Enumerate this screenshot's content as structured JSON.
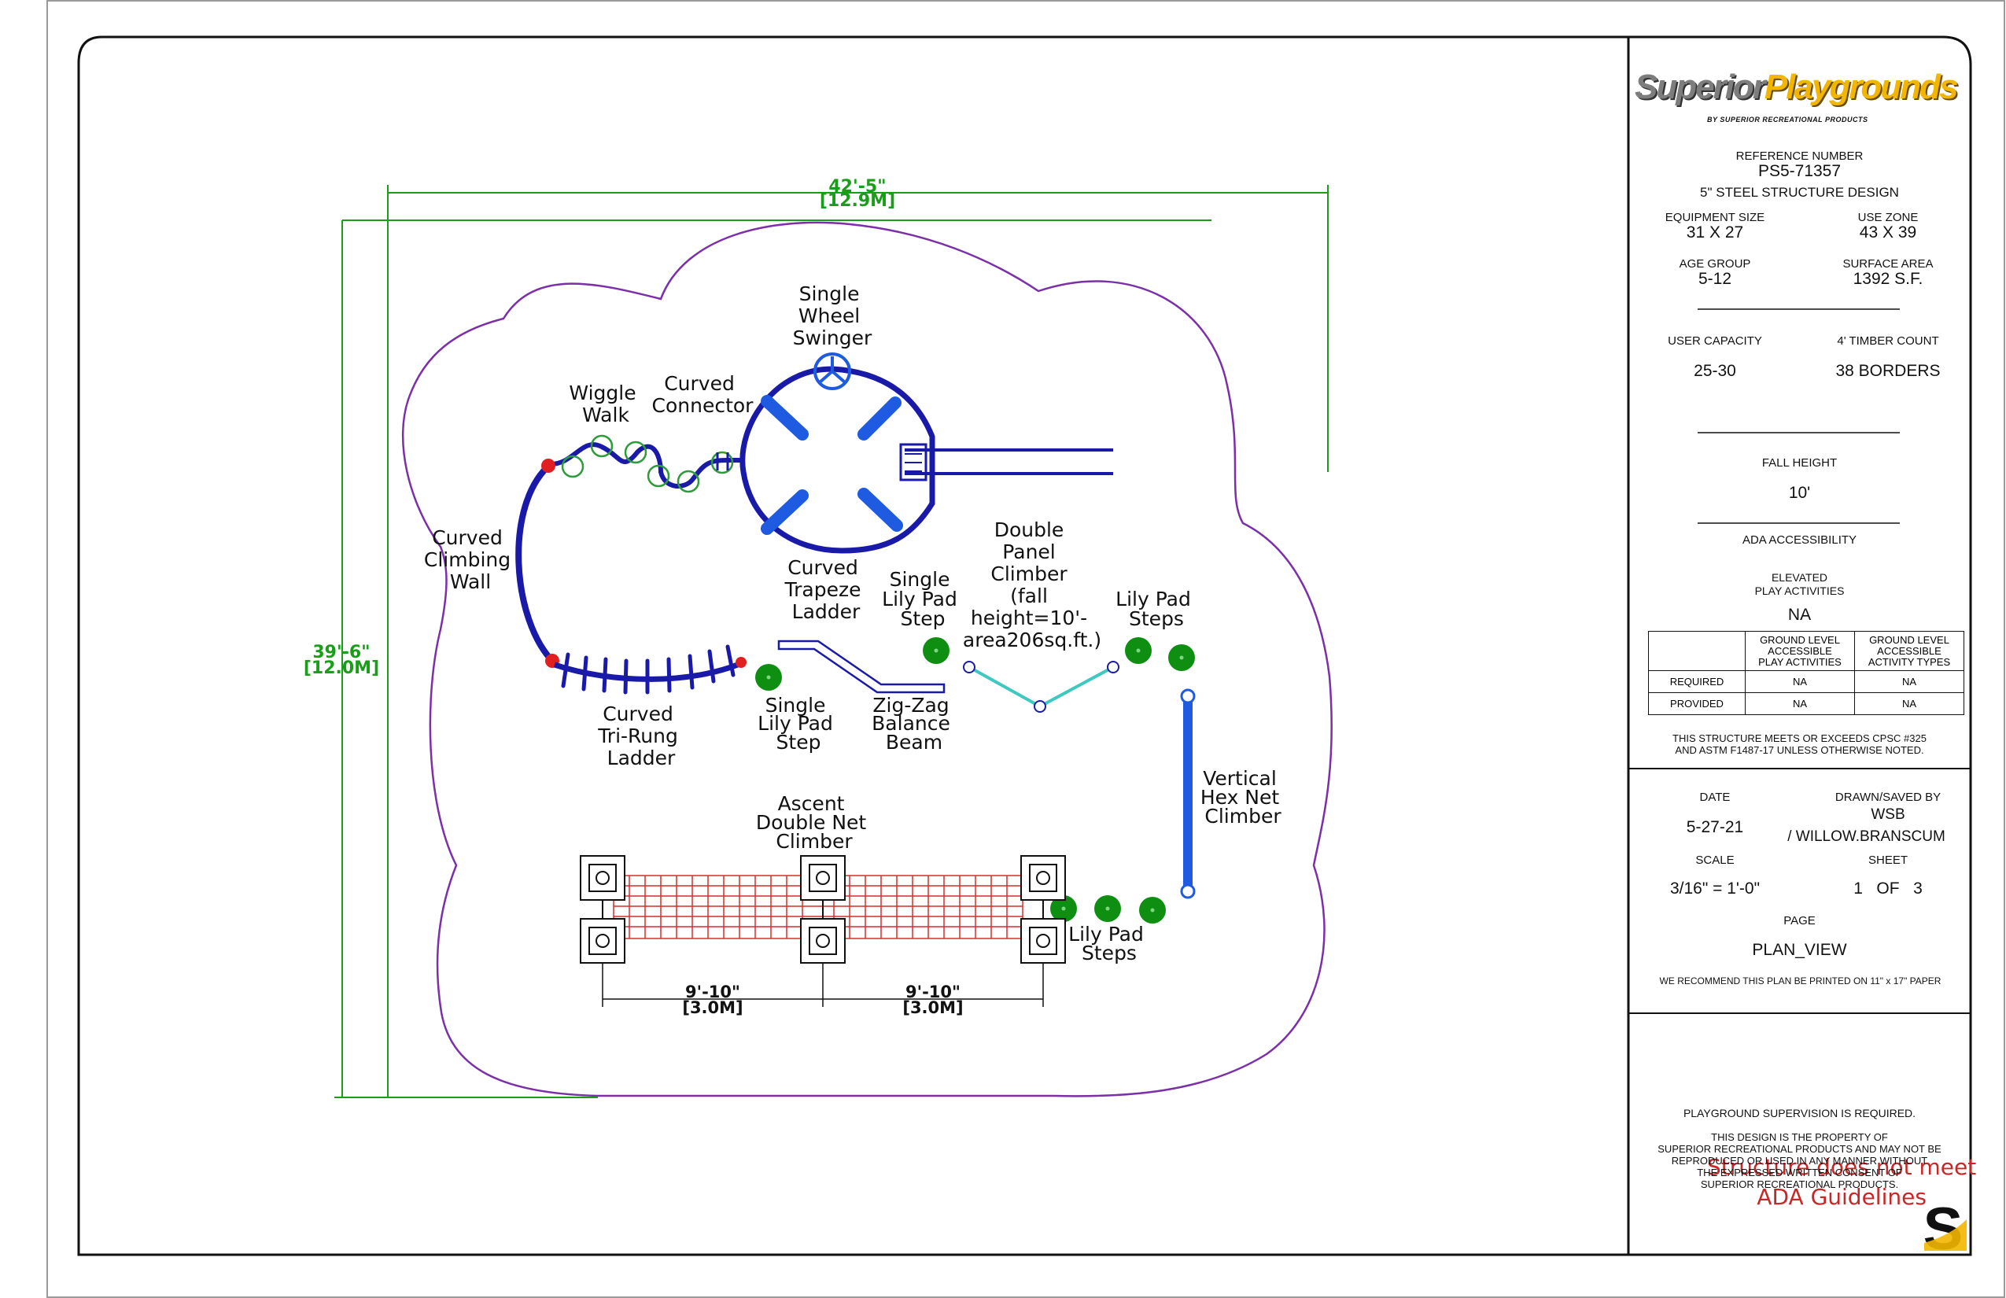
{
  "brand": {
    "name_part1": "Superior",
    "name_part2": "Playgrounds",
    "tagline": "BY SUPERIOR RECREATIONAL PRODUCTS"
  },
  "title_block": {
    "reference_label": "REFERENCE NUMBER",
    "reference_number": "PS5-71357",
    "design": "5\" STEEL STRUCTURE DESIGN",
    "equipment_size_label": "EQUIPMENT SIZE",
    "equipment_size": "31 X 27",
    "use_zone_label": "USE ZONE",
    "use_zone": "43 X 39",
    "age_group_label": "AGE GROUP",
    "age_group": "5-12",
    "surface_area_label": "SURFACE AREA",
    "surface_area": "1392 S.F.",
    "user_capacity_label": "USER CAPACITY",
    "user_capacity": "25-30",
    "timber_count_label": "4' TIMBER COUNT",
    "timber_count": "38 BORDERS",
    "fall_height_label": "FALL HEIGHT",
    "fall_height": "10'",
    "ada_label": "ADA ACCESSIBILITY",
    "elevated_label_1": "ELEVATED",
    "elevated_label_2": "PLAY ACTIVITIES",
    "elevated_value": "NA",
    "table": {
      "col1": [
        "GROUND LEVEL",
        "ACCESSIBLE",
        "PLAY ACTIVITIES"
      ],
      "col2": [
        "GROUND LEVEL",
        "ACCESSIBLE",
        "ACTIVITY TYPES"
      ],
      "rows": [
        {
          "label": "REQUIRED",
          "v1": "NA",
          "v2": "NA"
        },
        {
          "label": "PROVIDED",
          "v1": "NA",
          "v2": "NA"
        }
      ]
    },
    "cpsc_note_1": "THIS STRUCTURE MEETS OR EXCEEDS CPSC #325",
    "cpsc_note_2": "AND ASTM F1487-17 UNLESS OTHERWISE NOTED.",
    "date_label": "DATE",
    "date": "5-27-21",
    "drawn_label": "DRAWN/SAVED BY",
    "drawn_initials": "WSB",
    "drawn_name": "/ WILLOW.BRANSCUM",
    "scale_label": "SCALE",
    "scale": "3/16\" = 1'-0\"",
    "sheet_label": "SHEET",
    "sheet": "1   OF   3",
    "page_label": "PAGE",
    "page": "PLAN_VIEW",
    "print_note": "WE RECOMMEND THIS PLAN BE PRINTED ON 11\" x 17\" PAPER",
    "supervision": "PLAYGROUND SUPERVISION IS REQUIRED.",
    "property_1": "THIS DESIGN IS THE PROPERTY OF",
    "property_2": "SUPERIOR RECREATIONAL PRODUCTS AND MAY NOT BE",
    "property_3": "REPRODUCED OR USED IN ANY MANNER WITHOUT",
    "property_4": "THE EXPRESSED WRITTEN CONSENT OF",
    "property_5": "SUPERIOR RECREATIONAL PRODUCTS."
  },
  "dimensions": {
    "width_ft": "42'-5\"",
    "width_m": "[12.9M]",
    "depth_ft": "39'-6\"",
    "depth_m": "[12.0M]",
    "span_ft": "9'-10\"",
    "span_m": "[3.0M]"
  },
  "labels": {
    "single_wheel_swinger": [
      "Single",
      "Wheel",
      "Swinger"
    ],
    "wiggle_walk": [
      "Wiggle",
      "Walk"
    ],
    "curved_connector": [
      "Curved",
      "Connector"
    ],
    "curved_climbing_wall": [
      "Curved",
      "Climbing",
      "Wall"
    ],
    "curved_trapeze_ladder": [
      "Curved",
      "Trapeze",
      "Ladder"
    ],
    "single_lily_pad_step_top": [
      "Single",
      "Lily Pad",
      "Step"
    ],
    "double_panel_climber": [
      "Double",
      "Panel",
      "Climber",
      "(fall",
      "height=10'-",
      "area206sq.ft.)"
    ],
    "lily_pad_steps_top": [
      "Lily Pad",
      "Steps"
    ],
    "curved_tri_rung_ladder": [
      "Curved",
      "Tri-Rung",
      "Ladder"
    ],
    "single_lily_pad_step_bottom": [
      "Single",
      "Lily Pad",
      "Step"
    ],
    "zig_zag_balance_beam": [
      "Zig-Zag",
      "Balance",
      "Beam"
    ],
    "vertical_hex_net_climber": [
      "Vertical",
      "Hex Net",
      "Climber"
    ],
    "ascent_double_net_climber": [
      "Ascent",
      "Double Net",
      "Climber"
    ],
    "lily_pad_steps_bottom": [
      "Lily Pad",
      "Steps"
    ]
  },
  "ada_note": [
    "Structure does not meet",
    "ADA Guidelines"
  ],
  "colors": {
    "frame": "#1a1aa8",
    "panel": "#1e5be0",
    "use_zone": "#7b2fa8",
    "dimension": "#1a9e1a",
    "lily_pad": "#0e8f12",
    "net": "#d32f2f",
    "balance_beam": "#3ec9c0",
    "ada_note": "#c62828"
  }
}
